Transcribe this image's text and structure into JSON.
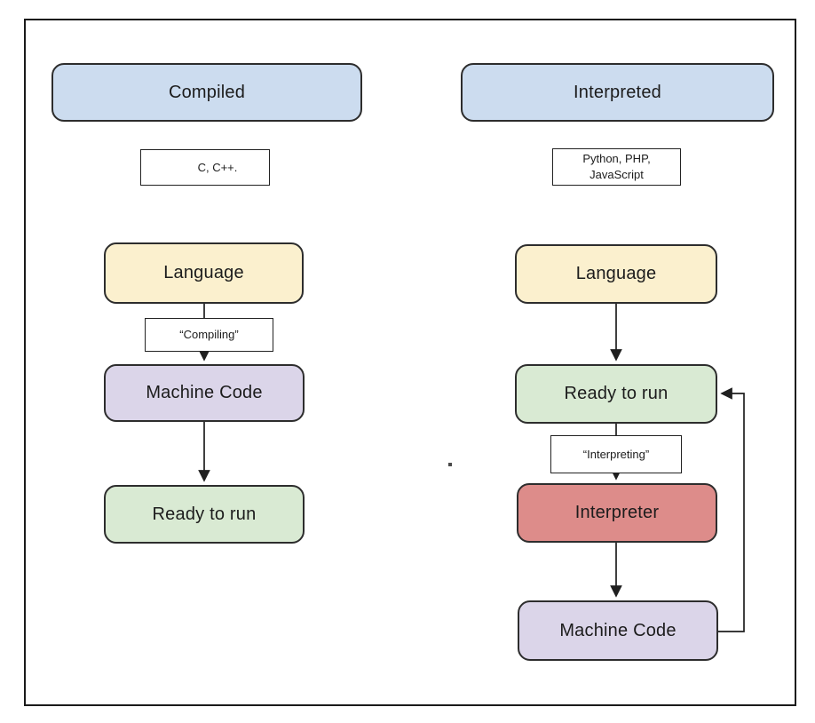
{
  "diagram": {
    "columns": {
      "compiled": {
        "header": "Compiled",
        "examples": [
          "C, C++."
        ],
        "language": "Language",
        "process": "“Compiling”",
        "machine_code": "Machine Code",
        "ready": "Ready to run"
      },
      "interpreted": {
        "header": "Interpreted",
        "examples": [
          "Python, PHP,",
          "JavaScript"
        ],
        "language": "Language",
        "ready": "Ready to run",
        "process": "“Interpreting”",
        "interpreter": "Interpreter",
        "machine_code": "Machine Code"
      }
    },
    "colors": {
      "header_blue": "#ccdcef",
      "language_yellow": "#fbf0ce",
      "machine_purple": "#dbd5e9",
      "ready_green": "#d9ead3",
      "interpreter_red": "#dd8c8a",
      "label_white": "#ffffff"
    }
  }
}
